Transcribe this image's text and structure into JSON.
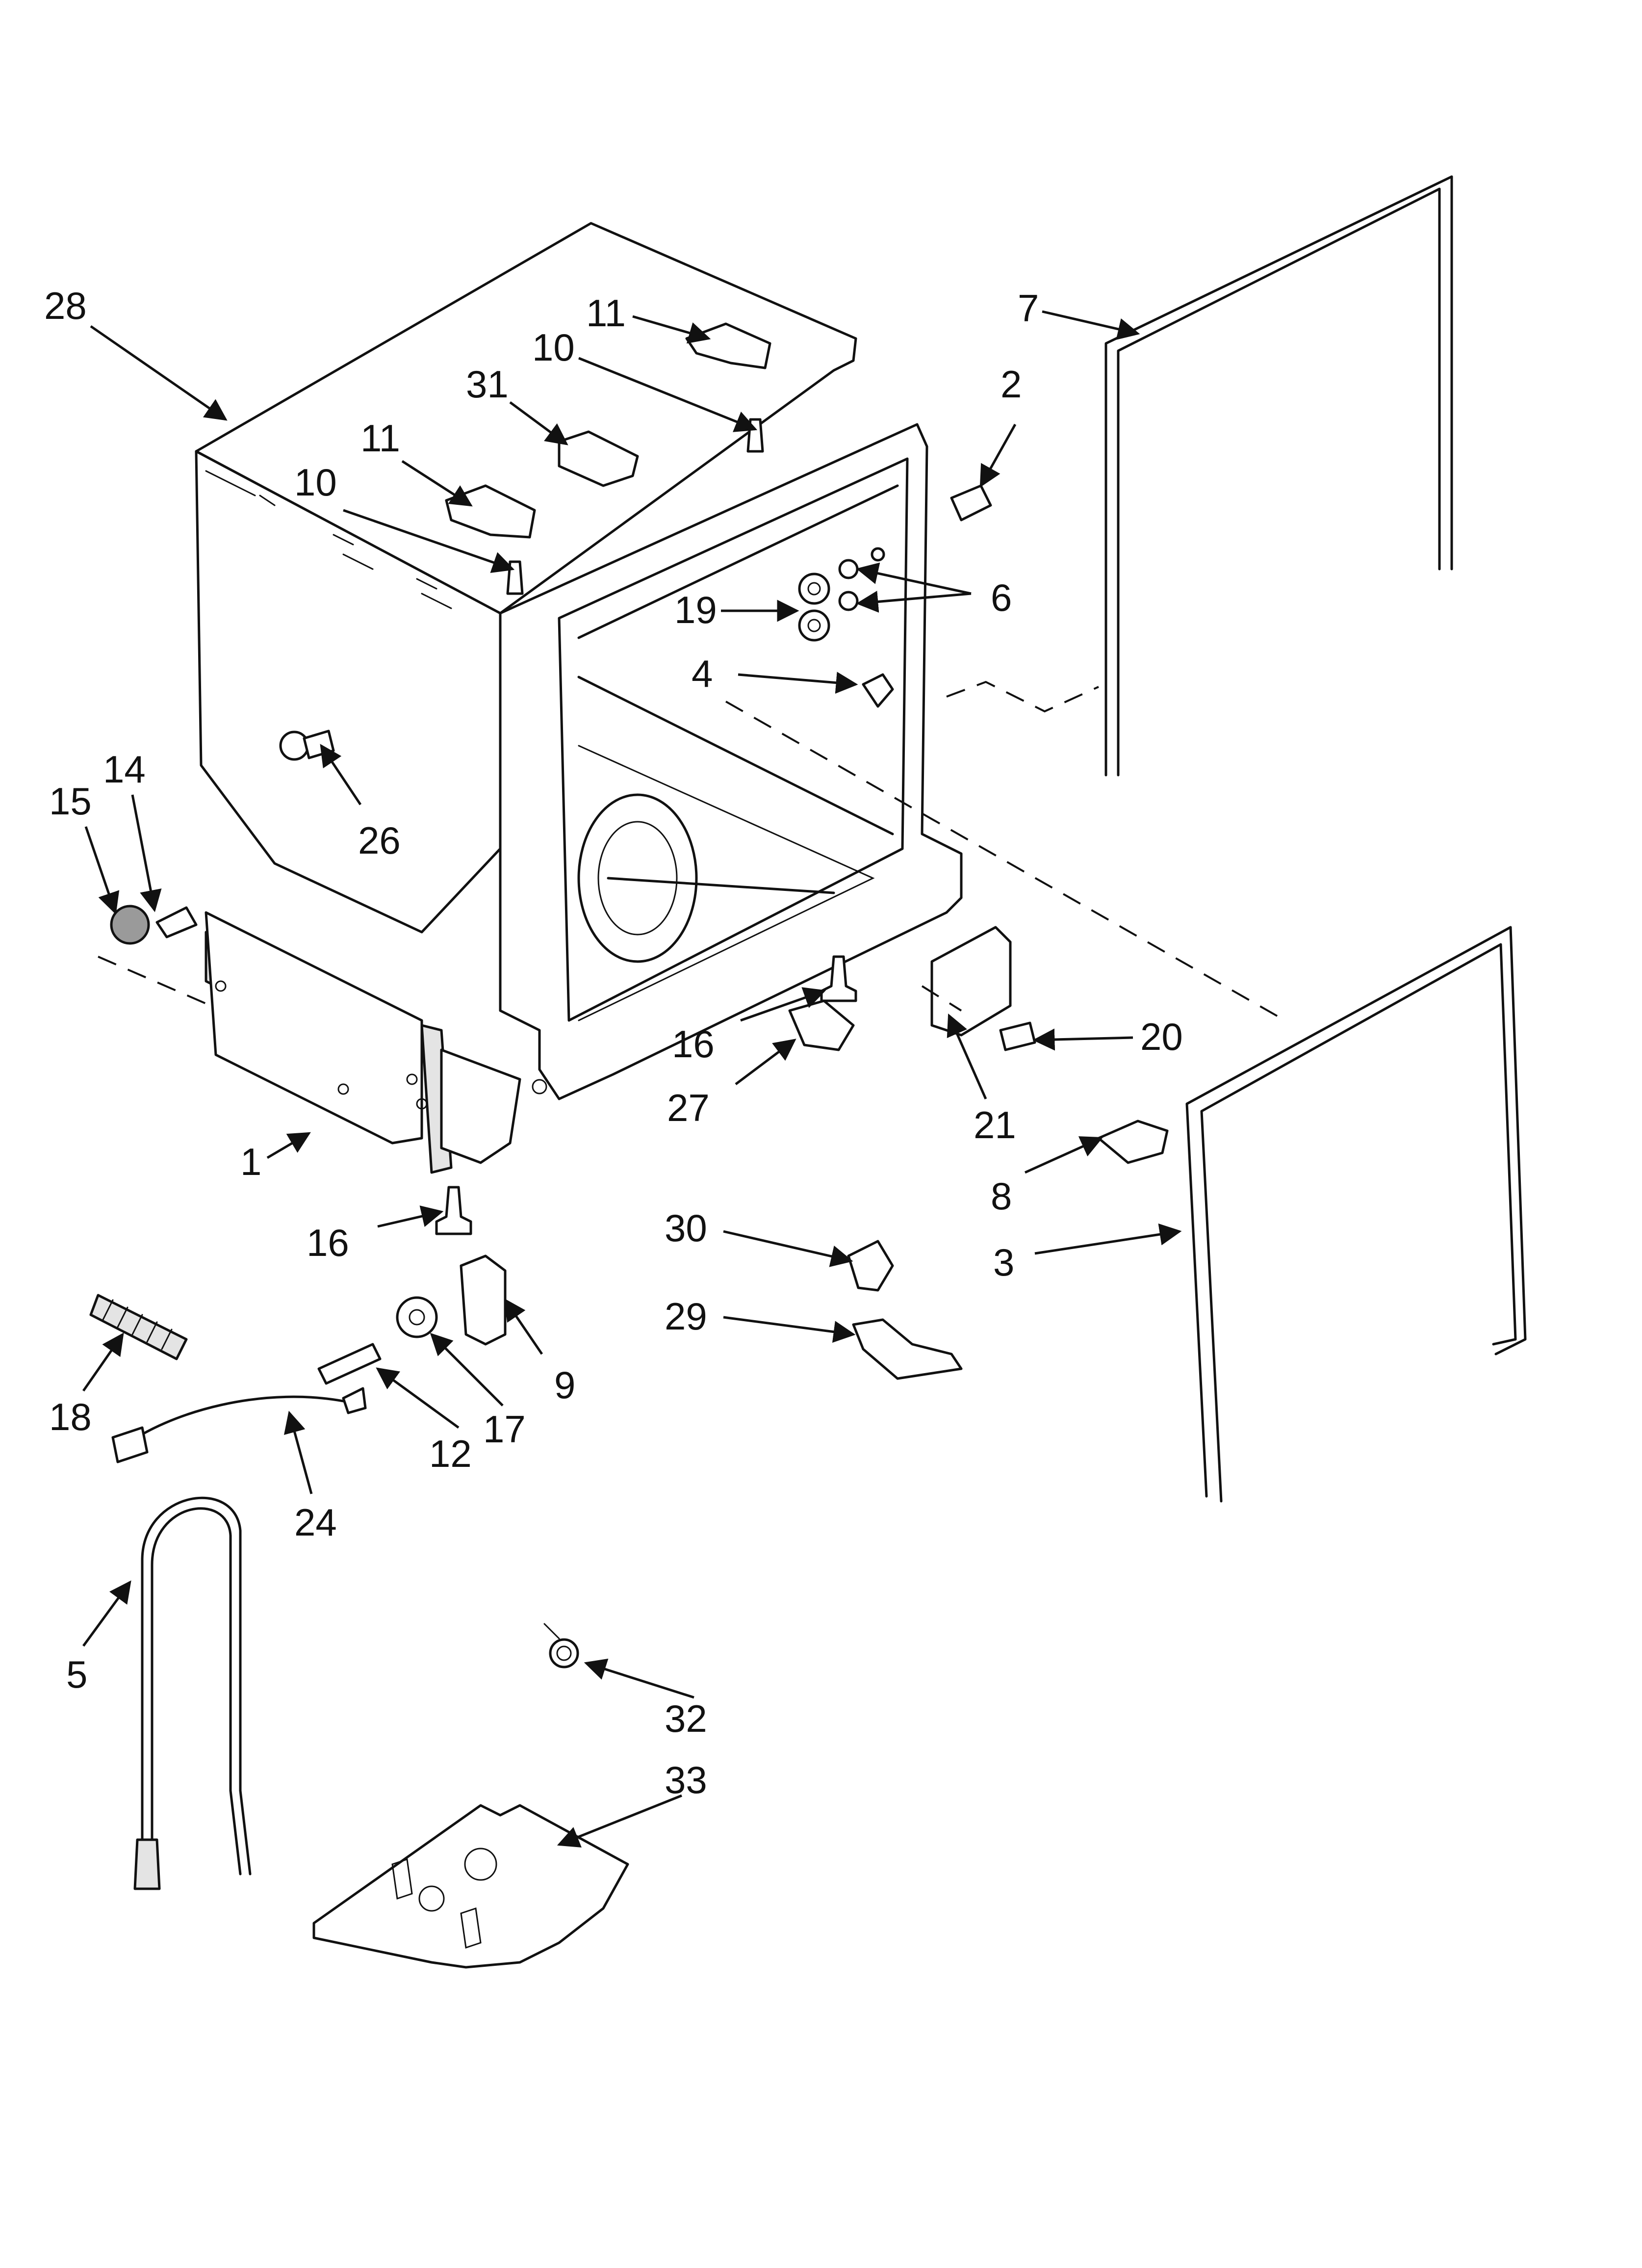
{
  "diagram": {
    "callouts": [
      {
        "id": "c28",
        "label": "28"
      },
      {
        "id": "c11a",
        "label": "11"
      },
      {
        "id": "c10a",
        "label": "10"
      },
      {
        "id": "c31",
        "label": "31"
      },
      {
        "id": "c11b",
        "label": "11"
      },
      {
        "id": "c10b",
        "label": "10"
      },
      {
        "id": "c7",
        "label": "7"
      },
      {
        "id": "c2",
        "label": "2"
      },
      {
        "id": "c6",
        "label": "6"
      },
      {
        "id": "c19",
        "label": "19"
      },
      {
        "id": "c4",
        "label": "4"
      },
      {
        "id": "c26",
        "label": "26"
      },
      {
        "id": "c15",
        "label": "15"
      },
      {
        "id": "c14",
        "label": "14"
      },
      {
        "id": "c16a",
        "label": "16"
      },
      {
        "id": "c27",
        "label": "27"
      },
      {
        "id": "c20",
        "label": "20"
      },
      {
        "id": "c21",
        "label": "21"
      },
      {
        "id": "c8",
        "label": "8"
      },
      {
        "id": "c1",
        "label": "1"
      },
      {
        "id": "c16b",
        "label": "16"
      },
      {
        "id": "c30",
        "label": "30"
      },
      {
        "id": "c3",
        "label": "3"
      },
      {
        "id": "c29",
        "label": "29"
      },
      {
        "id": "c18",
        "label": "18"
      },
      {
        "id": "c9",
        "label": "9"
      },
      {
        "id": "c17",
        "label": "17"
      },
      {
        "id": "c12",
        "label": "12"
      },
      {
        "id": "c24",
        "label": "24"
      },
      {
        "id": "c5",
        "label": "5"
      },
      {
        "id": "c32",
        "label": "32"
      },
      {
        "id": "c33",
        "label": "33"
      }
    ]
  }
}
